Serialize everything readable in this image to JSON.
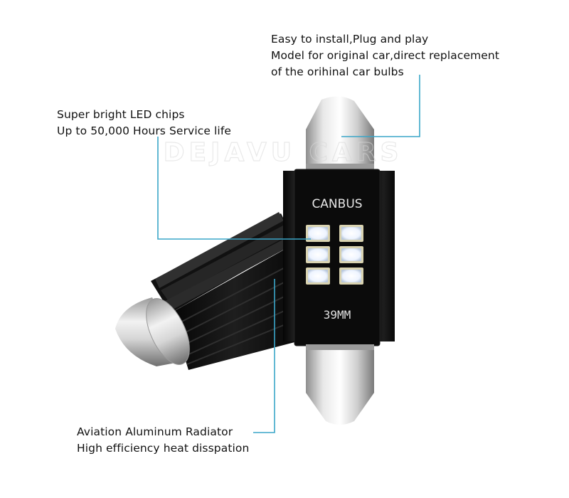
{
  "callouts": {
    "install": {
      "line1": "Easy to install,Plug and play",
      "line2": "Model for original car,direct replacement",
      "line3": "of the orihinal car bulbs"
    },
    "chips": {
      "line1": "Super bright LED chips",
      "line2": "Up to 50,000 Hours Service life"
    },
    "radiator": {
      "line1": "Aviation Aluminum Radiator",
      "line2": "High efficiency heat disspation"
    }
  },
  "bulb_labels": {
    "brand": "CANBUS",
    "size": "39MM"
  },
  "watermark": "DEJAVU CARS",
  "colors": {
    "leader_line": "#3aa6c8",
    "heatsink": "#141414",
    "chrome": "#c9c9c9",
    "led": "#f4f8ff"
  }
}
